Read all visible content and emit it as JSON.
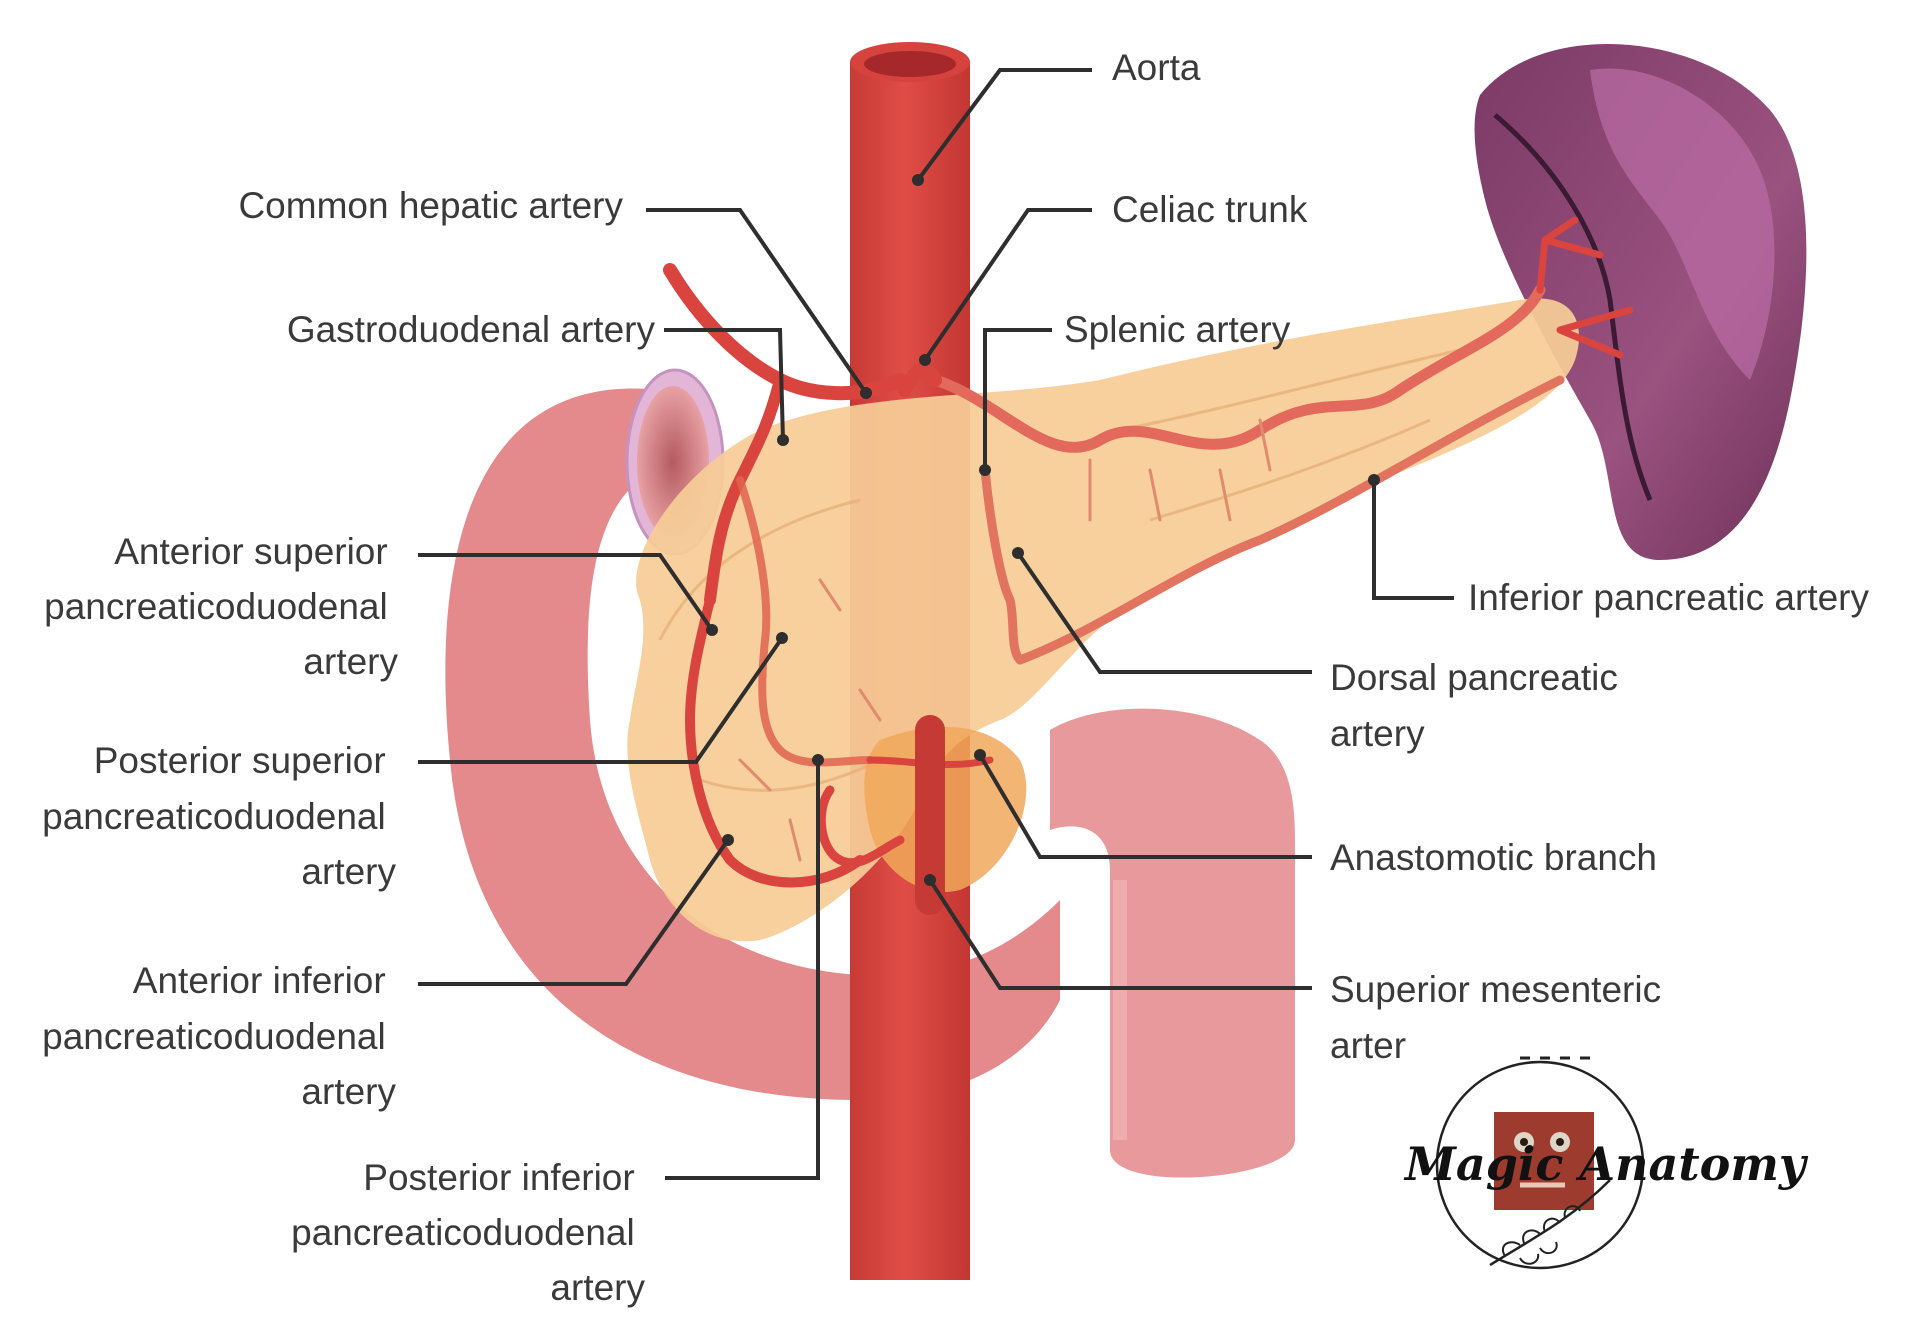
{
  "labels": {
    "aorta": "Aorta",
    "common_hepatic": "Common hepatic artery",
    "celiac_trunk": "Celiac trunk",
    "gastroduodenal": "Gastroduodenal artery",
    "splenic": "Splenic artery",
    "ant_sup_pd": [
      "Anterior superior",
      "pancreaticoduodenal",
      "artery"
    ],
    "post_sup_pd": [
      "Posterior superior",
      "pancreaticoduodenal",
      "artery"
    ],
    "ant_inf_pd": [
      "Anterior inferior",
      "pancreaticoduodenal",
      "artery"
    ],
    "post_inf_pd": [
      "Posterior inferior",
      "pancreaticoduodenal",
      "artery"
    ],
    "inferior_pancreatic": "Inferior pancreatic artery",
    "dorsal_pancreatic": [
      "Dorsal pancreatic",
      "artery"
    ],
    "anastomotic": "Anastomotic branch",
    "superior_mesenteric": [
      "Superior mesenteric",
      "arter"
    ]
  },
  "watermark": {
    "text": "Magic Anatomy"
  },
  "colors": {
    "artery": "#d9443f",
    "artery_dark": "#b8322f",
    "pancreas": "#f6cc97",
    "pancreas_edge": "#e9b57c",
    "duodenum": "#e8888a",
    "duodenum_dark": "#d56c70",
    "spleen": "#8e4a78",
    "spleen_light": "#b46aa0",
    "leader": "#2e2e2e",
    "label": "#3a3a3a"
  }
}
